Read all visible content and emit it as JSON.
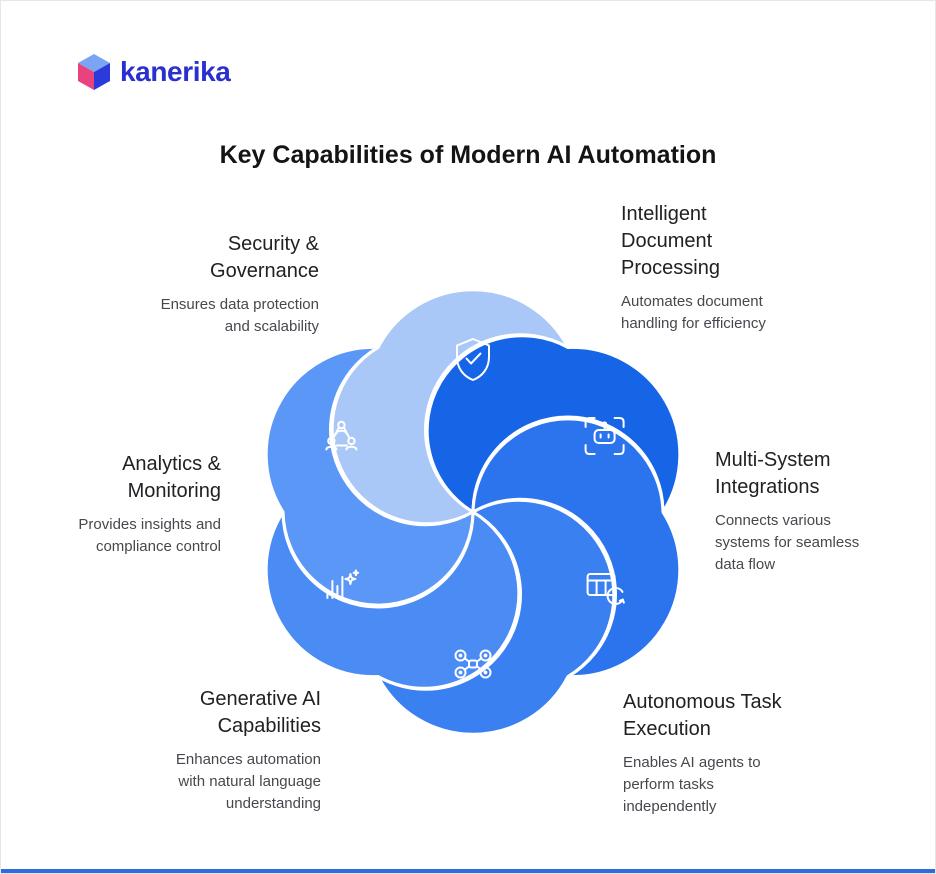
{
  "brand": {
    "name": "kanerika"
  },
  "page": {
    "title": "Key Capabilities of Modern AI Automation"
  },
  "colors": {
    "background": "#ffffff",
    "divider": "#ffffff",
    "icon_stroke": "#ffffff",
    "logo_text": "#2A2FD0",
    "bottom_bar": "#2e6be0",
    "logo_cube_top": "#7aa5f2",
    "logo_cube_left": "#e8437e",
    "logo_cube_right": "#2b3bdb"
  },
  "capabilities": [
    {
      "name": "Security & Governance",
      "title": "Security &\nGovernance",
      "description": "Ensures data protection\nand scalability",
      "icon": "shield-check-icon",
      "color": "#A9C8F7"
    },
    {
      "name": "Intelligent Document Processing",
      "title": "Intelligent\nDocument\nProcessing",
      "description": "Automates document\nhandling for efficiency",
      "icon": "document-scan-bot-icon",
      "color": "#1765E7"
    },
    {
      "name": "Multi-System Integrations",
      "title": "Multi-System\nIntegrations",
      "description": "Connects various\nsystems for seamless\ndata flow",
      "icon": "table-sync-icon",
      "color": "#2B74EE"
    },
    {
      "name": "Autonomous Task Execution",
      "title": "Autonomous Task\nExecution",
      "description": "Enables AI agents to\nperform tasks\nindependently",
      "icon": "drone-icon",
      "color": "#3A80F1"
    },
    {
      "name": "Generative AI Capabilities",
      "title": "Generative AI\nCapabilities",
      "description": "Enhances automation\nwith natural language\nunderstanding",
      "icon": "waveform-sparkle-icon",
      "color": "#4A8BF4"
    },
    {
      "name": "Analytics & Monitoring",
      "title": "Analytics &\nMonitoring",
      "description": "Provides insights and\ncompliance control",
      "icon": "people-network-icon",
      "color": "#5A97F7"
    }
  ]
}
